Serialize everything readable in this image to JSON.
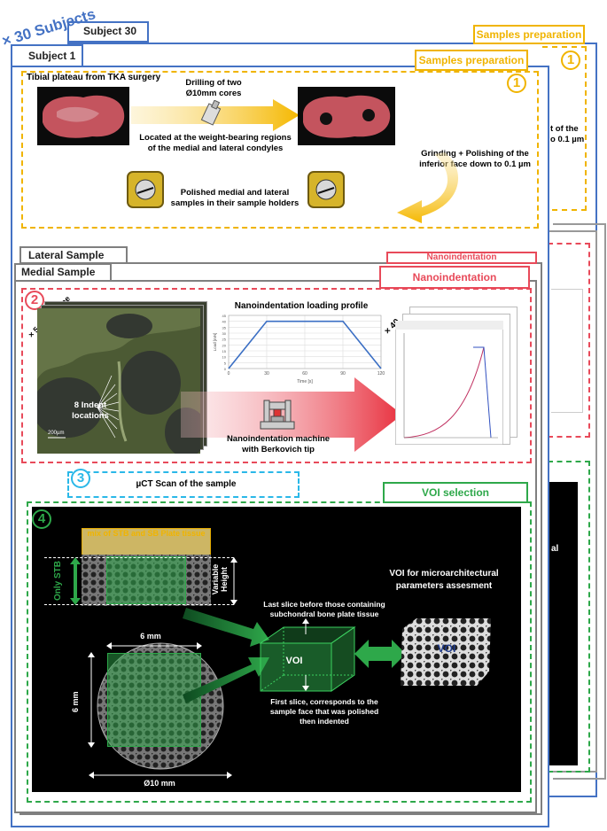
{
  "header": {
    "subjects_count": "× 30 Subjects",
    "subject_30": "Subject 30",
    "subject_1": "Subject 1"
  },
  "prep": {
    "tag": "Samples preparation",
    "tag_back": "Samples preparation",
    "number": "1",
    "number_back": "1",
    "tibial": "Tibial plateau from TKA surgery",
    "drilling_line1": "Drilling of two",
    "drilling_line2": "Ø10mm cores",
    "located_line1": "Located at the weight-bearing regions",
    "located_line2": "of the medial and lateral condyles",
    "grinding_line1": "Grinding + Polishing of the",
    "grinding_line2": "inferior face down to 0.1 µm",
    "back_partial_line1": "t of the",
    "back_partial_line2": "o 0.1 µm",
    "polished_line1": "Polished medial and lateral",
    "polished_line2": "samples in their sample holders"
  },
  "samples": {
    "lateral": "Lateral Sample",
    "medial": "Medial Sample"
  },
  "nano": {
    "tag": "Nanoindentation",
    "tag_back": "Nanoindentation",
    "number": "2",
    "trabeculae": "× 5 Trabeculae",
    "indent_line1": "8 Indent",
    "indent_line2": "locations",
    "scale": "200µm",
    "machine_line1": "Nanoindentation machine",
    "machine_line2": "with Berkovich tip",
    "curves_count": "× 40"
  },
  "chart_data": {
    "type": "line",
    "title": "Nanoindentation loading profile",
    "xlabel": "Time [s]",
    "ylabel": "Load [mN]",
    "x": [
      0,
      30,
      90,
      120
    ],
    "values": [
      0,
      40,
      40,
      0
    ],
    "xticks": [
      0,
      30,
      60,
      90,
      120
    ],
    "yticks": [
      0,
      5,
      10,
      15,
      20,
      25,
      30,
      35,
      40,
      45
    ],
    "xlim": [
      0,
      120
    ],
    "ylim": [
      0,
      45
    ],
    "grid": true,
    "color": "#3b6fc4"
  },
  "muct": {
    "number": "3",
    "label": "µCT Scan of the sample"
  },
  "voi": {
    "tag": "VOI selection",
    "number": "4",
    "mix": "mix of STB and SB Plate tissue",
    "only_stb": "Only STB",
    "variable_height": "Variable Height",
    "dim_6mm_top": "6 mm",
    "dim_6mm_side": "6 mm",
    "dim_10mm": "Ø10 mm",
    "last_slice_line1": "Last slice before those containing",
    "last_slice_line2": "subchondral bone plate tissue",
    "first_slice_line1": "First slice, corresponds to the",
    "first_slice_line2": "sample face that was polished",
    "first_slice_line3": "then indented",
    "voi_label": "VOI",
    "voi_label2": "VOI",
    "params_line1": "VOI for microarchitectural",
    "params_line2": "parameters assesment",
    "back_partial": "al"
  },
  "colors": {
    "blue": "#4472c4",
    "yellow": "#f0b400",
    "red": "#e84a5a",
    "green": "#2ea84a",
    "cyan": "#2ab8e8",
    "gray": "#7f7f7f"
  }
}
